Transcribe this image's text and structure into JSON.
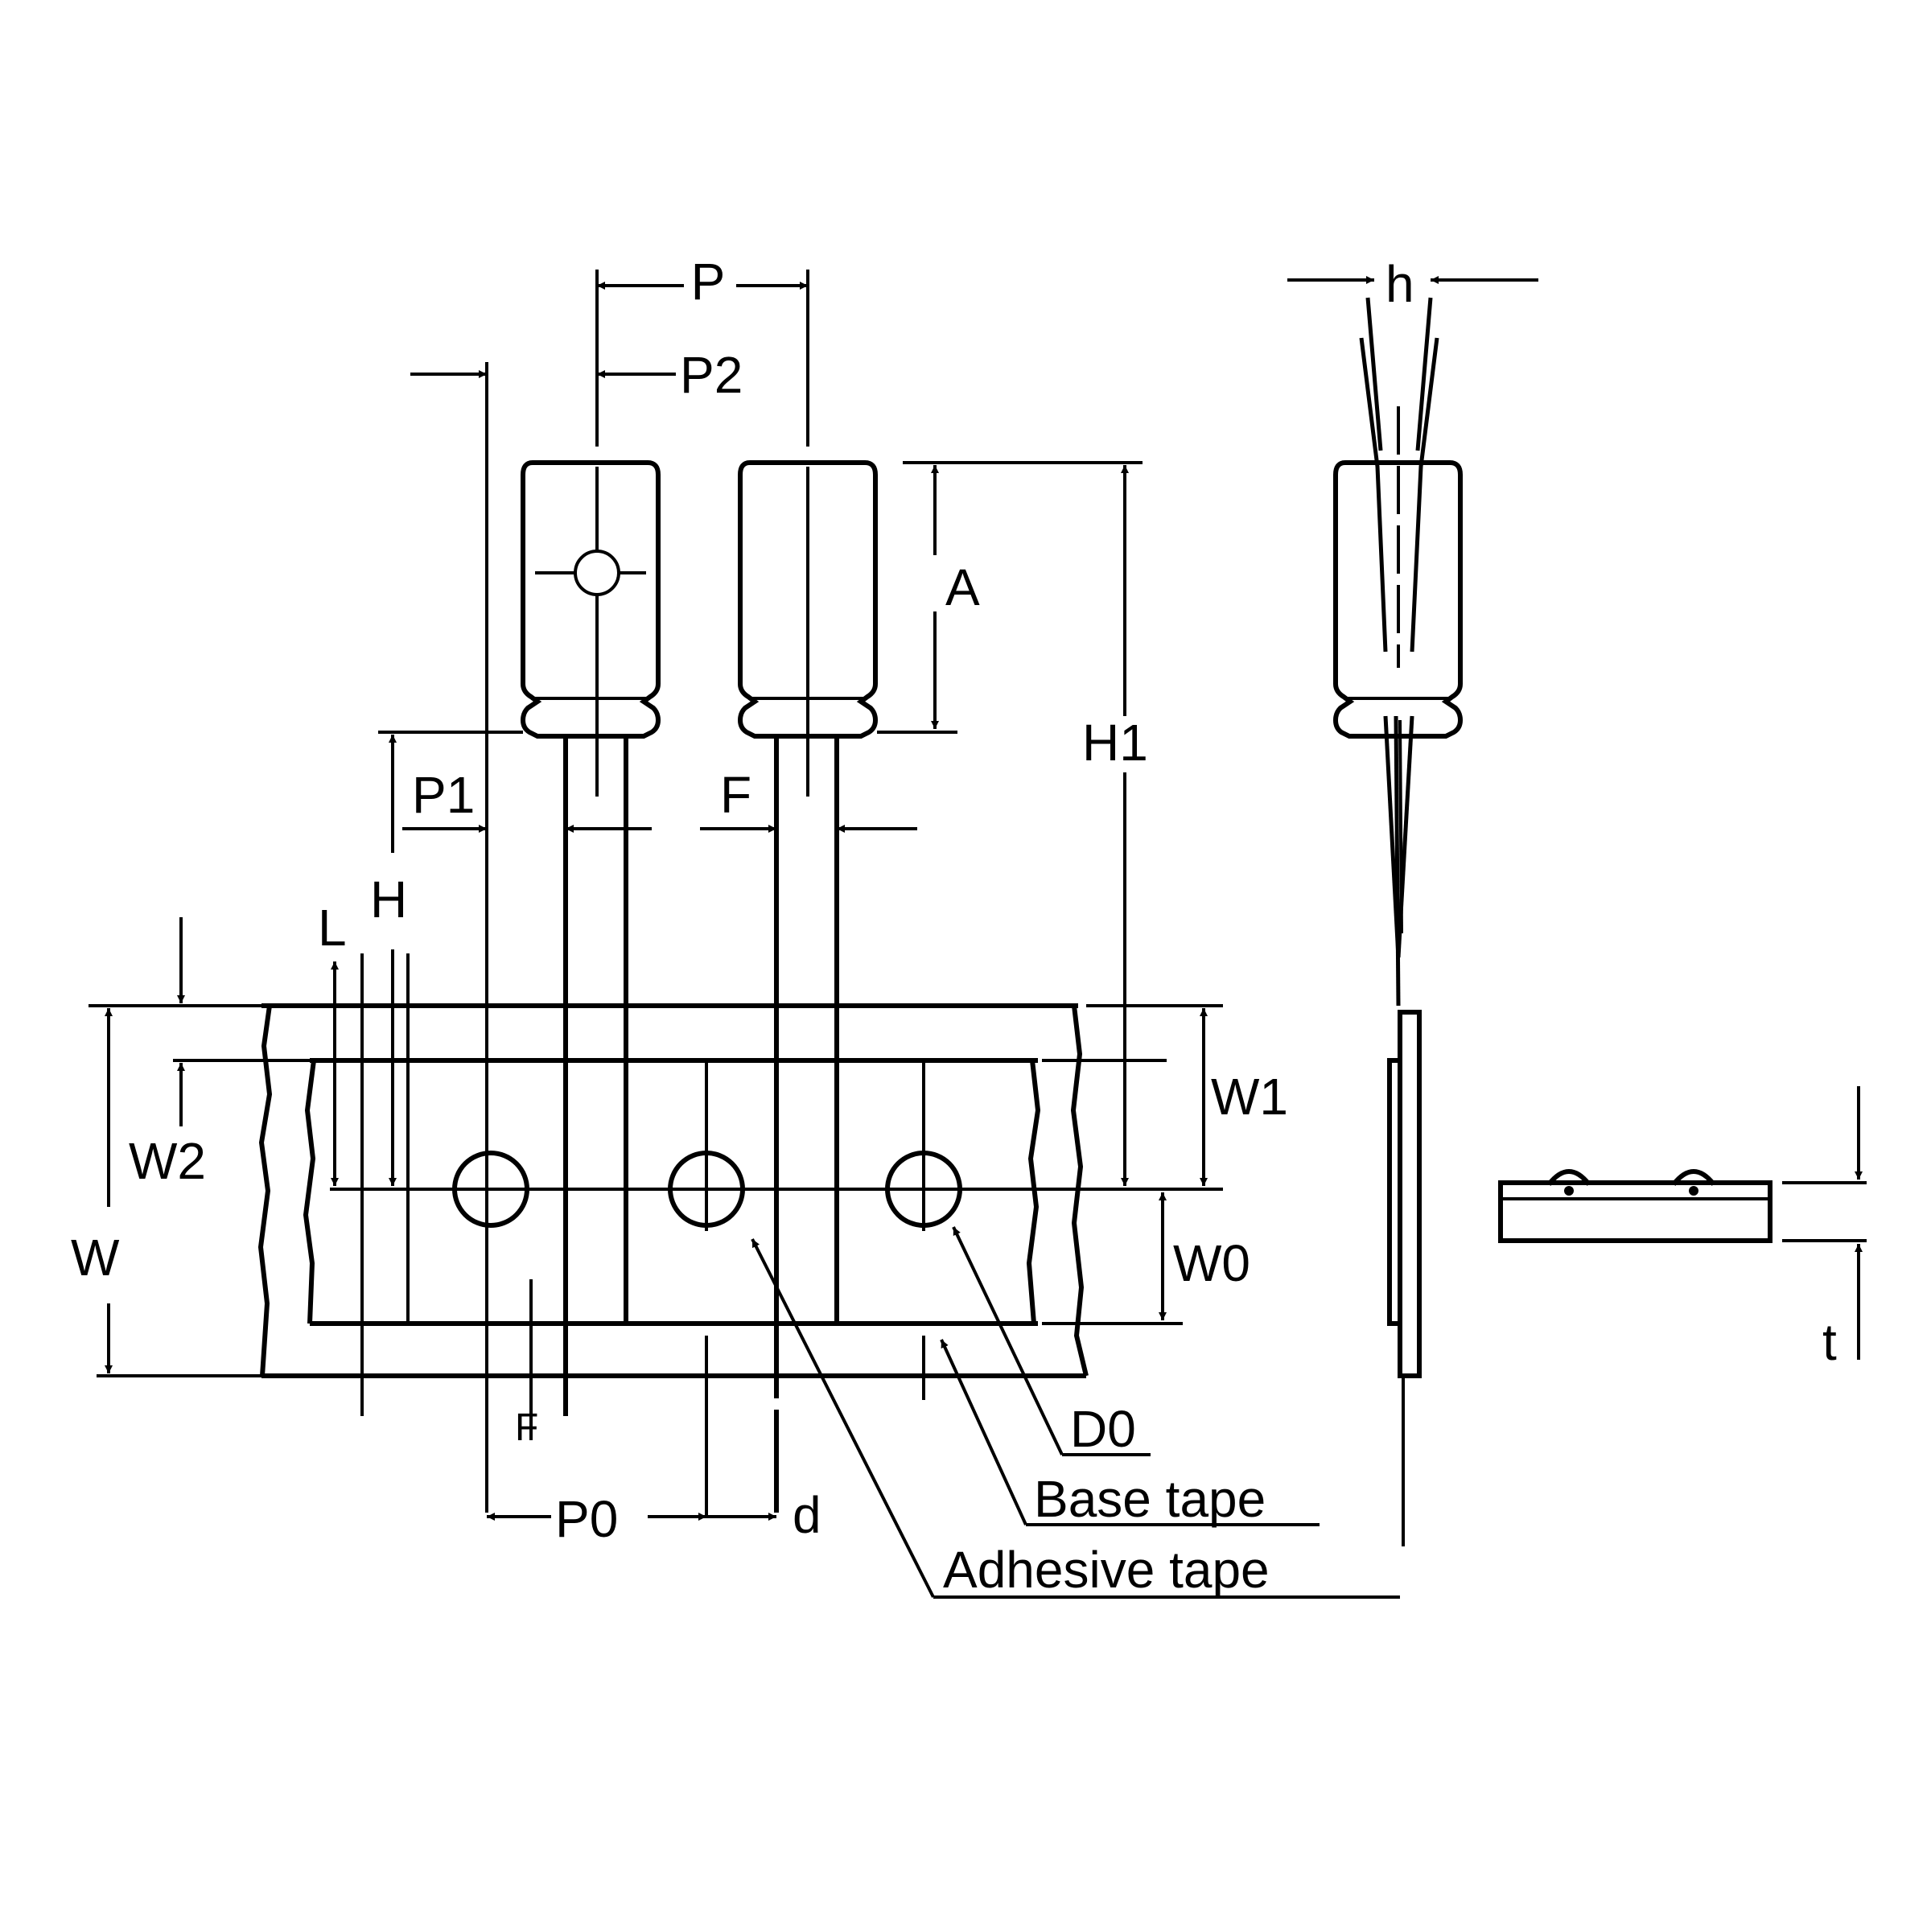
{
  "labels": {
    "P": "P",
    "P2": "P2",
    "A": "A",
    "H1": "H1",
    "P1": "P1",
    "F_top": "F",
    "H": "H",
    "L": "L",
    "W1": "W1",
    "W2": "W2",
    "W": "W",
    "W0": "W0",
    "F_bottom": "F",
    "P0": "P0",
    "d": "d",
    "D0": "D0",
    "base_tape": "Base tape",
    "adhesive_tape": "Adhesive tape",
    "h": "h",
    "t": "t"
  }
}
